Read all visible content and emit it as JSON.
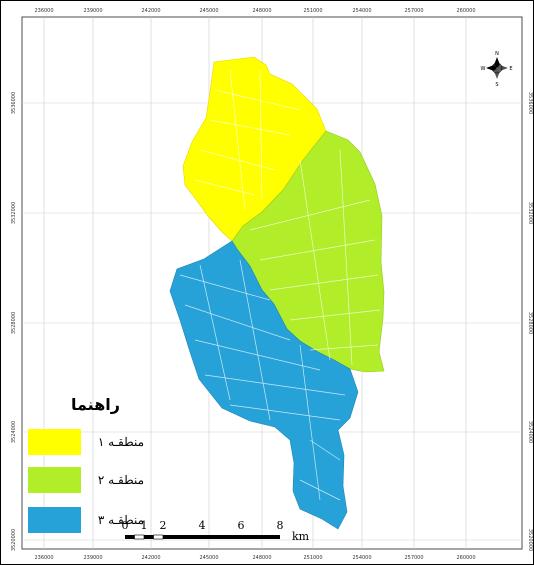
{
  "map": {
    "x_ticks": [
      "236000",
      "239000",
      "242000",
      "245000",
      "248000",
      "251000",
      "254000",
      "257000",
      "260000"
    ],
    "y_ticks": [
      "3536000",
      "3532000",
      "3528000",
      "3524000",
      "3520000"
    ],
    "regions": [
      {
        "name": "منطقـه ۱",
        "color": "#ffff00"
      },
      {
        "name": "منطقـه ۲",
        "color": "#b2ed2a"
      },
      {
        "name": "منطقـه ۳",
        "color": "#27a2d8"
      }
    ]
  },
  "legend": {
    "title": "راهنما",
    "items": [
      "منطقـه ۱",
      "منطقـه ۲",
      "منطقـه ۳"
    ]
  },
  "scale_bar": {
    "labels": [
      "0",
      "1",
      "2",
      "4",
      "6",
      "8"
    ],
    "unit": "km"
  },
  "compass": {
    "n": "N",
    "e": "E",
    "s": "S",
    "w": "W"
  }
}
